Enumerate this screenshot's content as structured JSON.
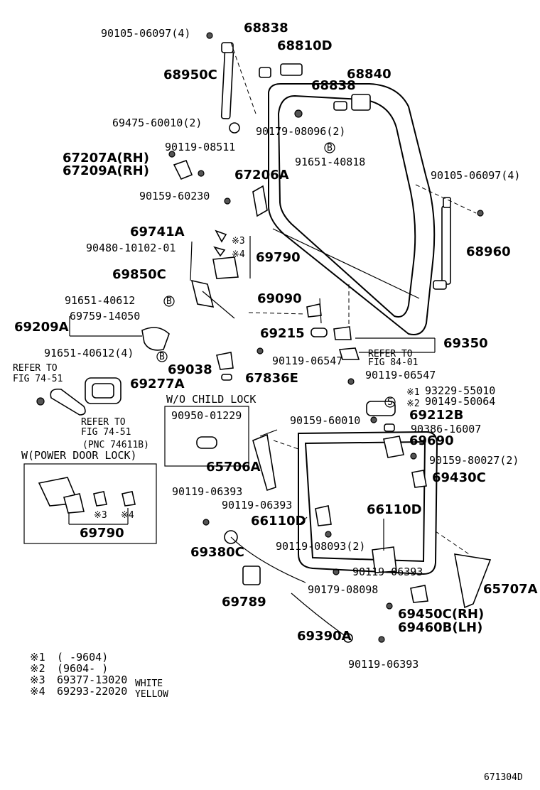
{
  "labels": {
    "p90105_06097_4_top": "90105-06097(4)",
    "p68838_top": "68838",
    "p68810D": "68810D",
    "p68950C": "68950C",
    "p68840": "68840",
    "p68838_mid": "68838",
    "p69475_60010_2": "69475-60010(2)",
    "p90179_08096_2": "90179-08096(2)",
    "p90119_08511": "90119-08511",
    "p91651_40818": "91651-40818",
    "p67207A": "67207A(RH)",
    "p67209A": "67209A(RH)",
    "p67206A": "67206A",
    "p90105_06097_4_right": "90105-06097(4)",
    "p90159_60230": "90159-60230",
    "p69741A": "69741A",
    "p90480_10102_01": "90480-10102-01",
    "p69790_top": "69790",
    "p68960": "68960",
    "p69850C": "69850C",
    "p69090": "69090",
    "p91651_40612": "91651-40612",
    "p69759_14050": "69759-14050",
    "p69209A": "69209A",
    "p69215": "69215",
    "p69350": "69350",
    "p91651_40612_4": "91651-40612(4)",
    "p90119_06547_a": "90119-06547",
    "refer_84_a": "REFER TO",
    "refer_84_b": "FIG 84-01",
    "refer_74_a": "REFER TO",
    "refer_74_b": "FIG 74-51",
    "p69038": "69038",
    "p67836E": "67836E",
    "p90119_06547_b": "90119-06547",
    "p69277A": "69277A",
    "wo_child_lock": "W/O CHILD LOCK",
    "p90950_01229": "90950-01229",
    "p93229_55010": "93229-55010",
    "p90149_50064": "90149-50064",
    "p69212B": "69212B",
    "refer_74_c": "REFER TO",
    "refer_74_d": "FIG 74-51",
    "pnc_74611B": "(PNC 74611B)",
    "p90159_60010": "90159-60010",
    "p90386_16007": "90386-16007",
    "p69690": "69690",
    "w_power_door_lock": "W(POWER DOOR LOCK)",
    "p90159_80027_2": "90159-80027(2)",
    "p65706A": "65706A",
    "p69430C": "69430C",
    "p90119_06393_a": "90119-06393",
    "p90119_06393_b": "90119-06393",
    "p66110D_a": "66110D",
    "p66110D_b": "66110D",
    "p69790_box": "69790",
    "box_m3": "※3",
    "box_m4": "※4",
    "p90119_08093_2": "90119-08093(2)",
    "p69380C": "69380C",
    "p90119_06393_c": "90119-06393",
    "p65707A": "65707A",
    "p90179_08098": "90179-08098",
    "p69789": "69789",
    "p69450C": "69450C(RH)",
    "p69460B": "69460B(LH)",
    "p69390A": "69390A",
    "p90119_06393_d": "90119-06393",
    "m3_top": "※3",
    "m4_top": "※4",
    "s_marker": "S",
    "b_marker_a": "B",
    "b_marker_b": "B",
    "b_marker_c": "B",
    "m1_small": "※1",
    "m2_small": "※2",
    "diagram_id": "671304D"
  },
  "legend": [
    {
      "mark": "※1",
      "text": "(      -9604)",
      "note": ""
    },
    {
      "mark": "※2",
      "text": "(9604-      )",
      "note": ""
    },
    {
      "mark": "※3",
      "text": "69377-13020",
      "note": "WHITE"
    },
    {
      "mark": "※4",
      "text": "69293-22020",
      "note": "YELLOW"
    }
  ]
}
